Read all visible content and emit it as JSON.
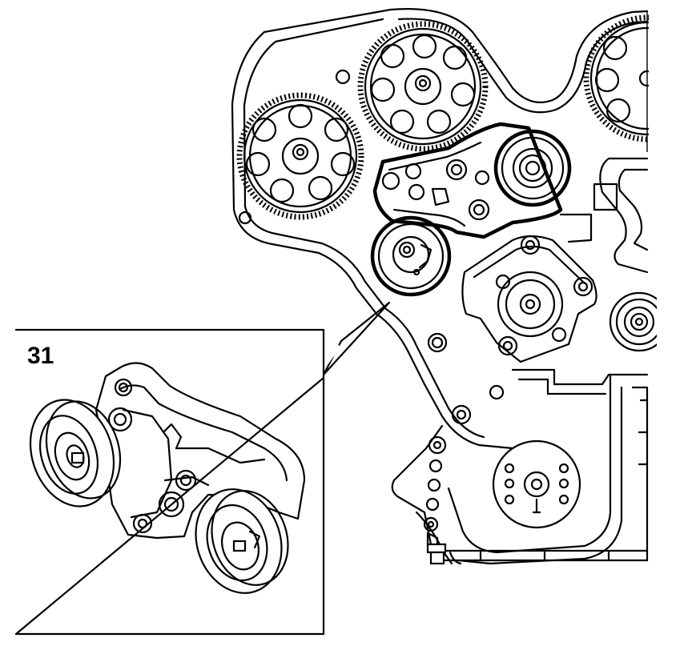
{
  "callout": {
    "number": "31"
  },
  "icons": {
    "main": "engine-timing-belt-cover-diagram",
    "detail": "belt-tensioner-idler-assembly"
  }
}
